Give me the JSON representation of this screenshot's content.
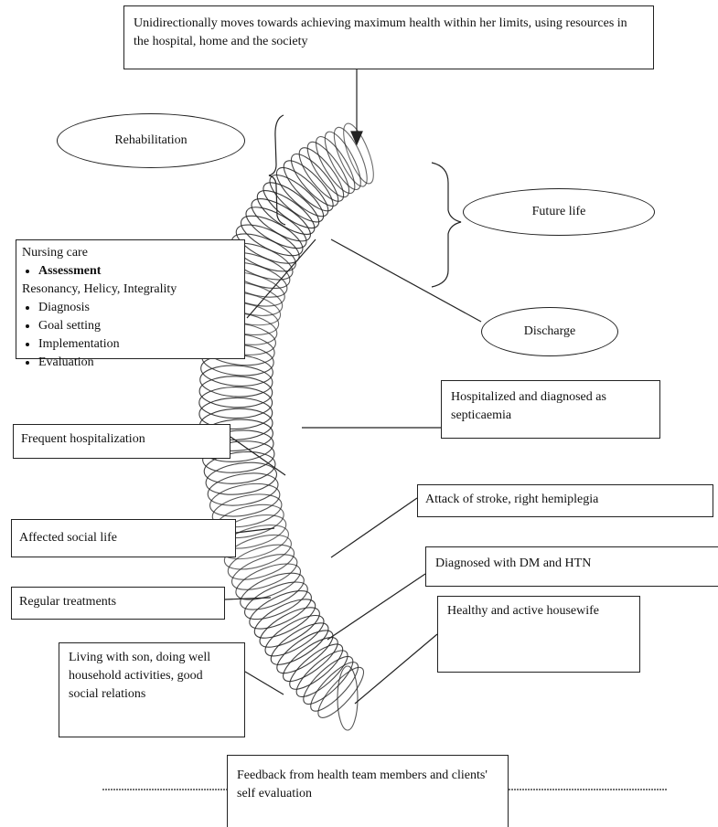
{
  "top_box": "Unidirectionally moves towards achieving maximum health within her limits, using resources in the hospital, home and the society",
  "rehabilitation": "Rehabilitation",
  "future_life": "Future life",
  "discharge": "Discharge",
  "nursing_care": {
    "title": "Nursing care",
    "assessment": "Assessment",
    "assessment_sub": "Resonancy, Helicy, Integrality",
    "items": [
      "Diagnosis",
      "Goal setting",
      "Implementation",
      "Evaluation"
    ]
  },
  "hospitalized": "Hospitalized and diagnosed as septicaemia",
  "frequent_hospitalization": "Frequent hospitalization",
  "stroke": "Attack of stroke, right hemiplegia",
  "affected_social": "Affected social life",
  "diagnosed_dm": "Diagnosed with DM and HTN",
  "regular_treatments": "Regular treatments",
  "healthy": "Healthy and active housewife",
  "living_with_son": "Living with son, doing well household activities, good social relations",
  "feedback": "Feedback from health team members and clients' self evaluation"
}
